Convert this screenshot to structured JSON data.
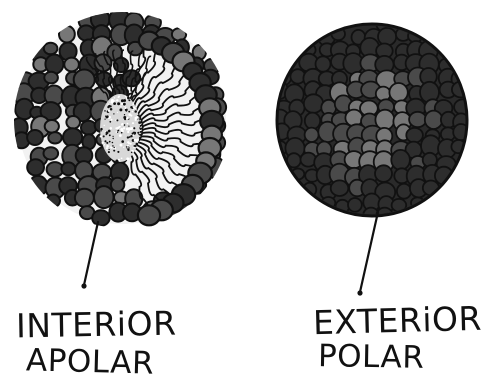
{
  "labels": {
    "left_line1": "INTERiOR",
    "left_line2": "APOLAR",
    "right_line1": "EXTERiOR",
    "right_line2": "POLAR"
  },
  "colors": {
    "background": "#ffffff",
    "ink": "#111111",
    "bead_dark": "#2d2d2d",
    "bead_mid": "#4a4a4a",
    "bead_light": "#777777",
    "core_speckle": "#ffffff"
  }
}
